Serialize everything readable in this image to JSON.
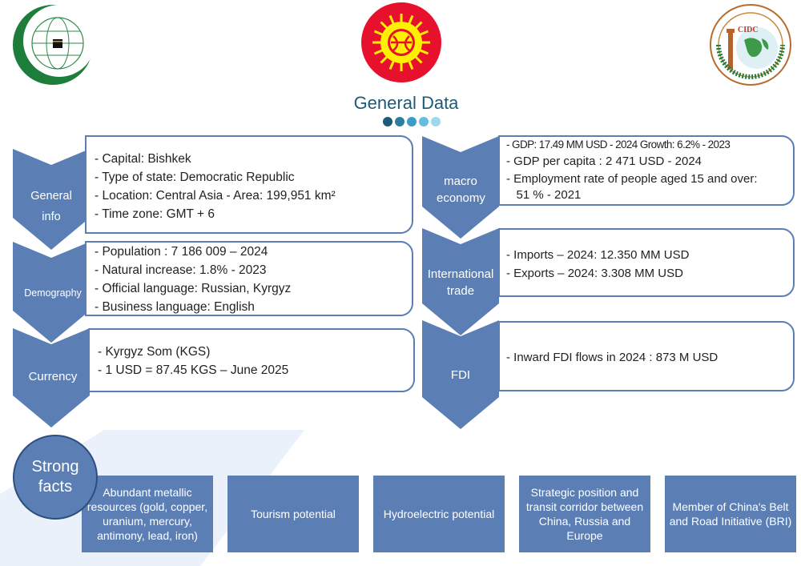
{
  "title": "General Data",
  "colors": {
    "accent": "#5b7fb5",
    "title": "#1c5a78",
    "dots": [
      "#1c5a78",
      "#2b7ea3",
      "#3b9ccb",
      "#66bde0",
      "#9fd7ef"
    ]
  },
  "logos": {
    "left": "oic-emblem-icon",
    "center": "kyrgyzstan-flag-icon",
    "right": "cidc-logo-icon",
    "right_text": "CIDC"
  },
  "left_sections": [
    {
      "label": "General info",
      "lines": [
        "- Capital: Bishkek",
        "- Type of state: Democratic Republic",
        "- Location: Central Asia - Area: 199,951 km²",
        "- Time zone: GMT + 6"
      ]
    },
    {
      "label": "Demography",
      "lines": [
        "- Population : 7 186 009 – 2024",
        "- Natural increase: 1.8% - 2023",
        "- Official language: Russian, Kyrgyz",
        "- Business language: English"
      ]
    },
    {
      "label": "Currency",
      "lines": [
        "- Kyrgyz Som (KGS)",
        "- 1 USD = 87.45 KGS – June 2025"
      ]
    }
  ],
  "right_sections": [
    {
      "label": "macro economy",
      "lines": [
        "- GDP: 17.49 MM USD - 2024 Growth: 6.2% - 2023",
        "- GDP per capita : 2 471 USD - 2024",
        "- Employment rate of people aged 15 and over:",
        "   51 % - 2021"
      ]
    },
    {
      "label": "International trade",
      "lines": [
        "- Imports – 2024: 12.350 MM USD",
        "- Exports – 2024: 3.308 MM USD"
      ]
    },
    {
      "label": "FDI",
      "lines": [
        "- Inward FDI flows in 2024 : 873 M USD"
      ]
    }
  ],
  "strong_facts": {
    "label": "Strong facts",
    "items": [
      "Abundant metallic resources (gold, copper, uranium, mercury, antimony, lead, iron)",
      "Tourism potential",
      "Hydroelectric potential",
      "Strategic position and transit corridor between China, Russia and Europe",
      "Member of China's Belt and Road Initiative (BRI)"
    ]
  }
}
